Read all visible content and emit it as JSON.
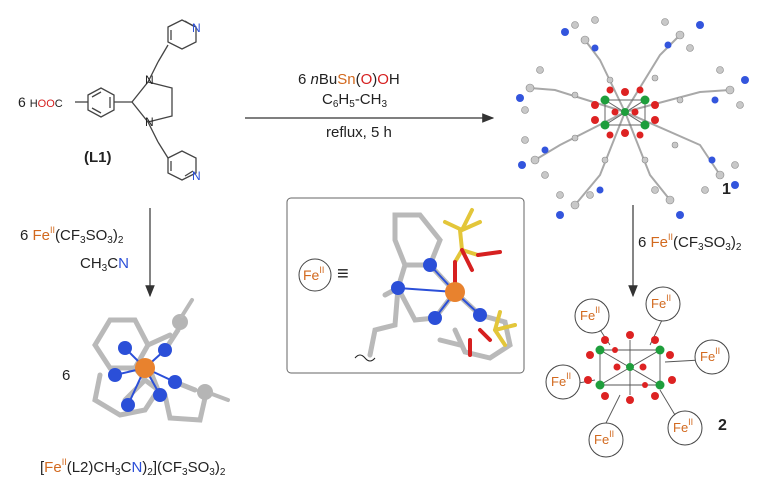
{
  "labels": {
    "ligand_name": "(L1)",
    "reagent_top_count": "6",
    "reagent_top_prefix_italic": "n",
    "reagent_top_bu": "Bu",
    "reagent_top_sn": "Sn",
    "reagent_top_paren_open": "(",
    "reagent_top_o1": "O",
    "reagent_top_paren_close": ")",
    "reagent_top_o2": "O",
    "reagent_top_h": "H",
    "solvent_top": "C",
    "solvent_top_sub1": "6",
    "solvent_top_mid": "H",
    "solvent_top_sub2": "5",
    "solvent_top_end": "-CH",
    "solvent_top_sub3": "3",
    "condition_top": "reflux, 5 h",
    "compound_1": "1",
    "compound_2": "2",
    "left_count": "6",
    "left_reagent_count": "6",
    "fe_symbol": "Fe",
    "fe_oxidation": "II",
    "triflate_open": "(CF",
    "triflate_sub3": "3",
    "triflate_so": "SO",
    "triflate_sub3b": "3",
    "triflate_close": ")",
    "triflate_sub2": "2",
    "acetonitrile_c": "CH",
    "acetonitrile_sub3": "3",
    "acetonitrile_c2": "C",
    "acetonitrile_n": "N",
    "ligand_hooc_count": "6",
    "hooc_h": "H",
    "hooc_oo": "OO",
    "hooc_c": "C",
    "complex_bracket_open": "[",
    "complex_l2": "(L2)CH",
    "complex_l2_sub": "3",
    "complex_c": "C",
    "complex_n": "N",
    "complex_close": ")",
    "complex_sub2": "2",
    "complex_bracket_close": "]",
    "equiv_symbol": "≡",
    "n_atom": "N"
  },
  "colors": {
    "fe_orange": "#d2691e",
    "nitrogen_blue": "#2b4fd8",
    "oxygen_red": "#d62020",
    "tin_green": "#1e9e3c",
    "arrow": "#333333",
    "inset_border": "#666666"
  }
}
